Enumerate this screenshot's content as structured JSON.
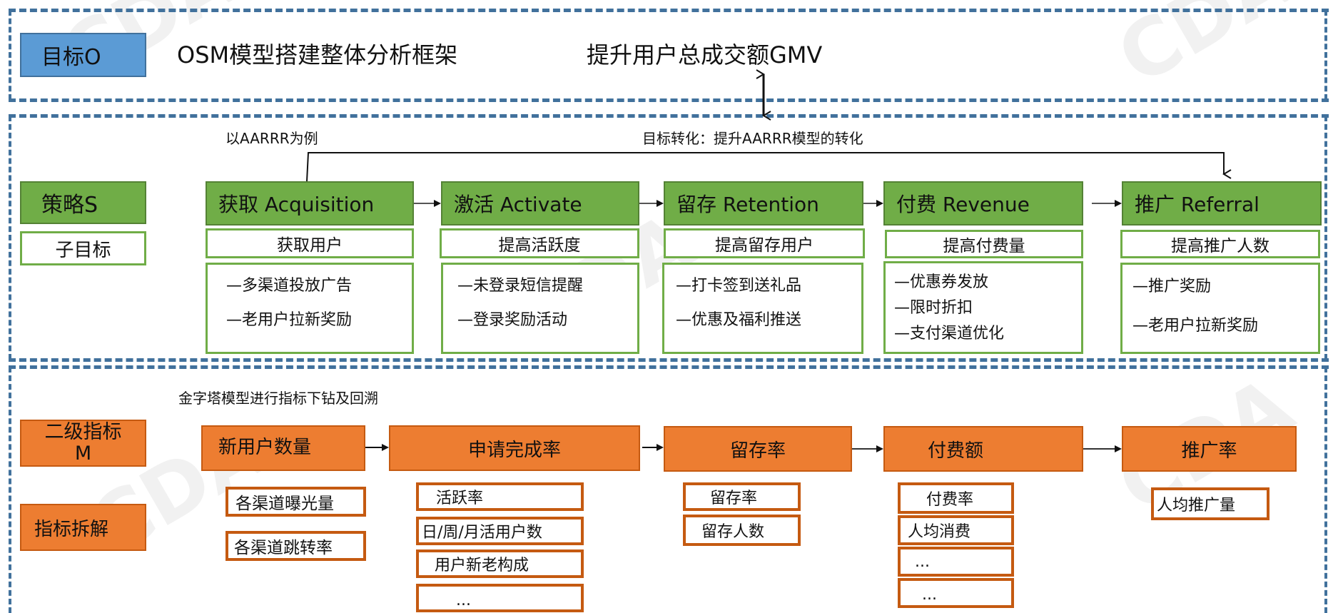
{
  "objective": {
    "label": "目标O",
    "framework_title": "OSM模型搭建整体分析框架",
    "goal": "提升用户总成交额GMV"
  },
  "strategy": {
    "label": "策略S",
    "sub_goal_label": "子目标",
    "example_note": "以AARRR为例",
    "conversion_note": "目标转化：提升AARRR模型的转化",
    "stages": [
      {
        "title": "获取 Acquisition",
        "sub_goal": "获取用户",
        "actions": [
          "—多渠道投放广告",
          "—老用户拉新奖励"
        ]
      },
      {
        "title": "激活 Activate",
        "sub_goal": "提高活跃度",
        "actions": [
          "—未登录短信提醒",
          "—登录奖励活动"
        ]
      },
      {
        "title": "留存 Retention",
        "sub_goal": "提高留存用户",
        "actions": [
          "—打卡签到送礼品",
          "—优惠及福利推送"
        ]
      },
      {
        "title": "付费 Revenue",
        "sub_goal": "提高付费量",
        "actions": [
          "—优惠券发放",
          "—限时折扣",
          "—支付渠道优化"
        ]
      },
      {
        "title": "推广 Referral",
        "sub_goal": "提高推广人数",
        "actions": [
          "—推广奖励",
          "—老用户拉新奖励"
        ]
      }
    ]
  },
  "metrics": {
    "level2_label": "二级指标M",
    "level2_label_line1": "二级指标",
    "level2_label_line2": "M",
    "breakdown_label": "指标拆解",
    "pyramid_note": "金字塔模型进行指标下钻及回溯",
    "items": [
      {
        "title": "新用户数量",
        "children": [
          "各渠道曝光量",
          "各渠道跳转率"
        ]
      },
      {
        "title": "申请完成率",
        "children": [
          "活跃率",
          "日/周/月活用户数",
          "用户新老构成",
          "..."
        ]
      },
      {
        "title": "留存率",
        "children": [
          "留存率",
          "留存人数"
        ]
      },
      {
        "title": "付费额",
        "children": [
          "付费率",
          "人均消费",
          "...",
          "..."
        ]
      },
      {
        "title": "推广率",
        "children": [
          "人均推广量"
        ]
      }
    ]
  },
  "colors": {
    "objective_blue": "#5b9bd5",
    "strategy_green": "#70ad47",
    "metric_orange": "#ed7d31",
    "dashed_border": "#41719c"
  }
}
